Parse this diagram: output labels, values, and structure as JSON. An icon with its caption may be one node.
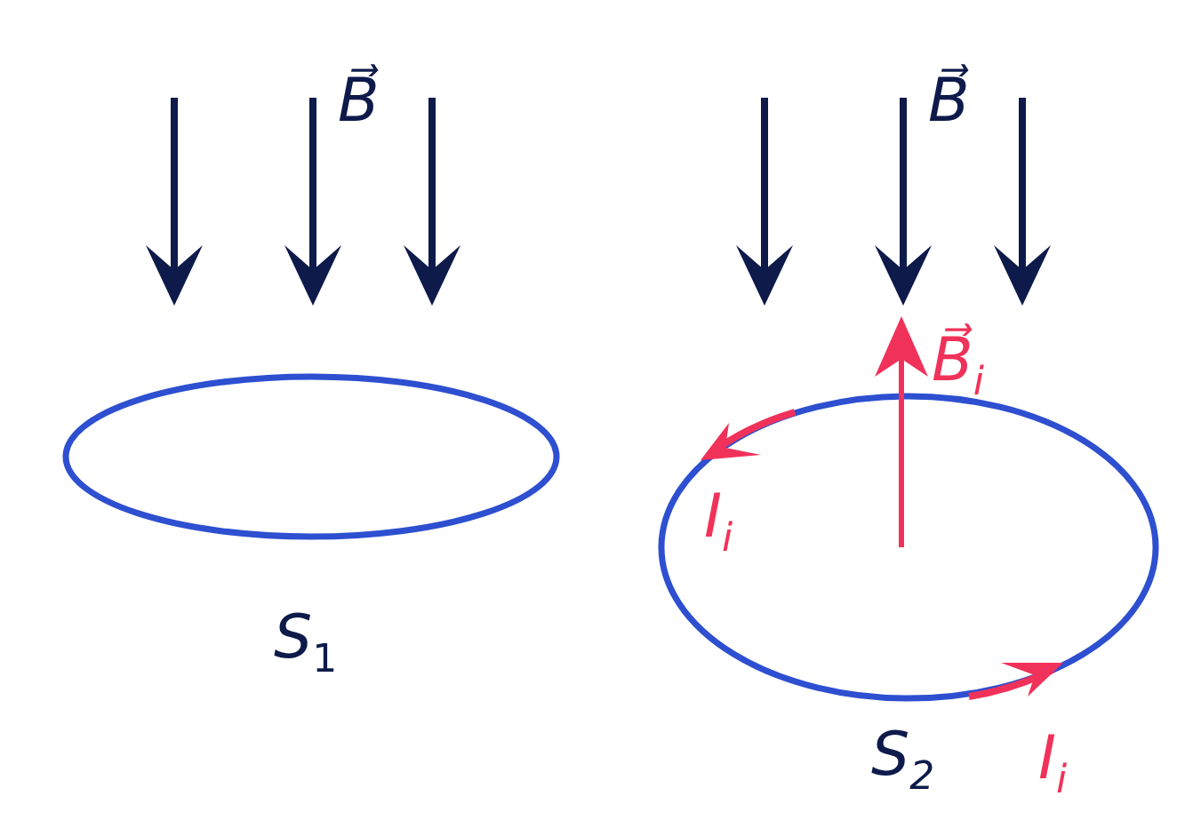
{
  "diagram": {
    "labels": [
      "B⃗",
      "B⃗",
      "B⃗$_{i}$",
      "I$_{i}$",
      "*S*$_{1}$",
      "S$_{2}$",
      "I$_{i}$"
    ]
  }
}
